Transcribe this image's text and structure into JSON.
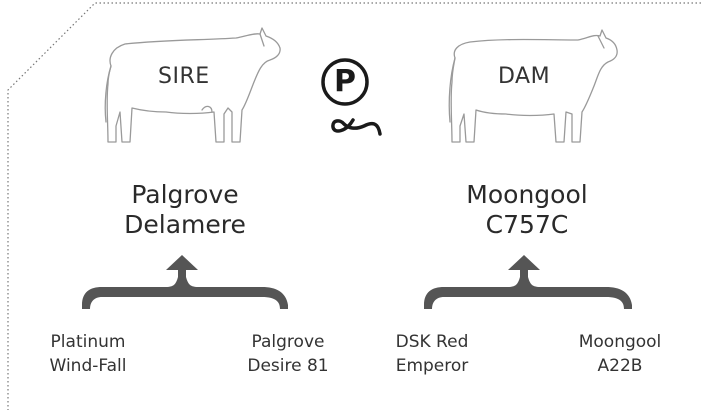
{
  "sire": {
    "label": "SIRE",
    "name_line1": "Palgrove",
    "name_line2": "Delamere",
    "parents": [
      {
        "line1": "Platinum",
        "line2": "Wind-Fall"
      },
      {
        "line1": "Palgrove",
        "line2": "Desire 81"
      }
    ]
  },
  "dam": {
    "label": "DAM",
    "name_line1": "Moongool",
    "name_line2": "C757C",
    "parents": [
      {
        "line1": "DSK Red",
        "line2": "Emperor"
      },
      {
        "line1": "Moongool",
        "line2": "A22B"
      }
    ]
  },
  "badge": {
    "letter": "P",
    "icon": "polled-symbol-icon"
  },
  "colors": {
    "bracket": "#555555",
    "outline": "#9a9a9a",
    "border": "#777777",
    "text": "#2b2b2b"
  }
}
